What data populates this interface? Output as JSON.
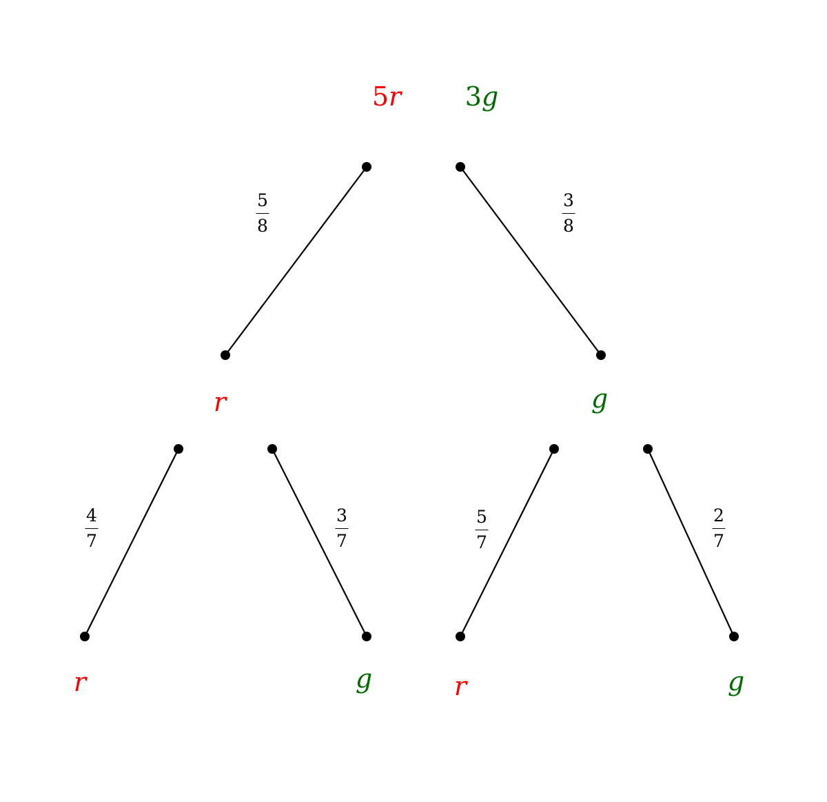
{
  "top": {
    "red": {
      "count": "5",
      "var": "r",
      "color": "#ff0000"
    },
    "green": {
      "count": "3",
      "var": "g",
      "color": "#006b00"
    }
  },
  "level1": {
    "left": {
      "label": "r",
      "prob": {
        "num": "5",
        "den": "8"
      }
    },
    "right": {
      "label": "g",
      "prob": {
        "num": "3",
        "den": "8"
      }
    }
  },
  "level2": [
    {
      "label": "r",
      "prob": {
        "num": "4",
        "den": "7"
      }
    },
    {
      "label": "g",
      "prob": {
        "num": "3",
        "den": "7"
      }
    },
    {
      "label": "r",
      "prob": {
        "num": "5",
        "den": "7"
      }
    },
    {
      "label": "g",
      "prob": {
        "num": "2",
        "den": "7"
      }
    }
  ]
}
